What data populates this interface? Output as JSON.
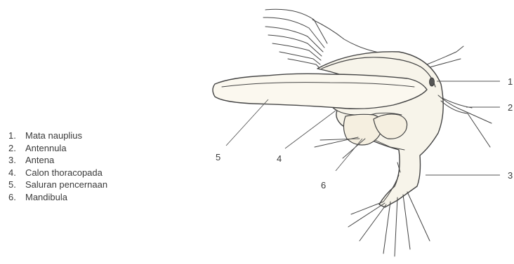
{
  "legend": [
    {
      "num": "1.",
      "label": "Mata nauplius"
    },
    {
      "num": "2.",
      "label": "Antennula"
    },
    {
      "num": "3.",
      "label": "Antena"
    },
    {
      "num": "4.",
      "label": "Calon thoracopada"
    },
    {
      "num": "5.",
      "label": "Saluran pencernaan"
    },
    {
      "num": "6.",
      "label": "Mandibula"
    }
  ],
  "callouts": {
    "c1": "1",
    "c2": "2",
    "c3": "3",
    "c4": "4",
    "c5": "5",
    "c6": "6"
  }
}
